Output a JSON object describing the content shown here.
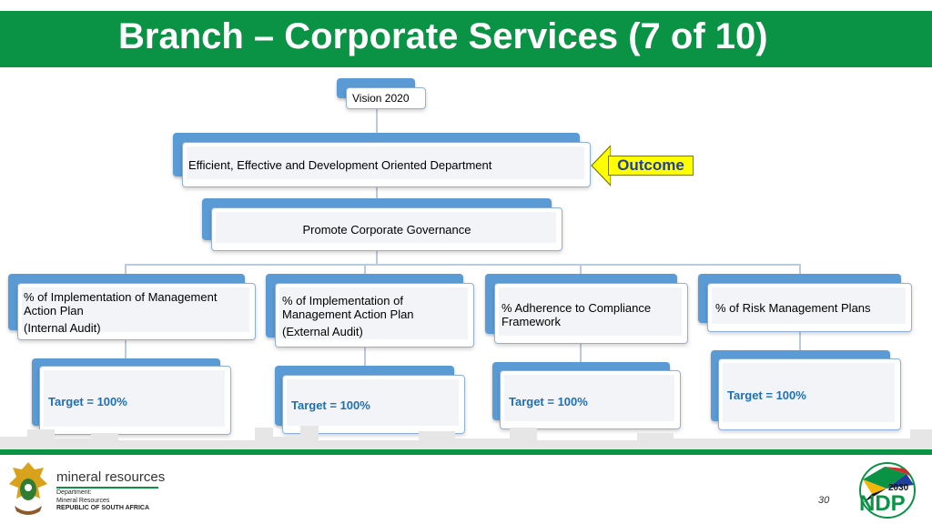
{
  "header": {
    "title": "Branch – Corporate Services (7 of 10)"
  },
  "diagram": {
    "vision": "Vision 2020",
    "outcome_node": "Efficient, Effective and Development Oriented Department",
    "outcome_label": "Outcome",
    "goal": "Promote Corporate Governance",
    "indicators": [
      {
        "line1": "% of Implementation of Management Action Plan",
        "line2": "(Internal Audit)",
        "target": "Target = 100%"
      },
      {
        "line1": "% of Implementation of Management Action Plan",
        "line2": "(External Audit)",
        "target": "Target = 100%"
      },
      {
        "line1": "% Adherence to Compliance Framework",
        "line2": "",
        "target": "Target = 100%"
      },
      {
        "line1": "% of Risk Management Plans",
        "line2": "",
        "target": "Target = 100%"
      }
    ]
  },
  "footer": {
    "logo_brand": "mineral resources",
    "logo_line1": "Department:",
    "logo_line2": "Mineral Resources",
    "logo_line3": "REPUBLIC OF SOUTH AFRICA",
    "ndp_year": "2030",
    "ndp_text": "NDP",
    "page_number": "30"
  },
  "colors": {
    "green": "#0a9344",
    "node_blue": "#5b9bd5",
    "target_blue": "#1f6fb5",
    "outcome_yellow": "#ffff00"
  }
}
